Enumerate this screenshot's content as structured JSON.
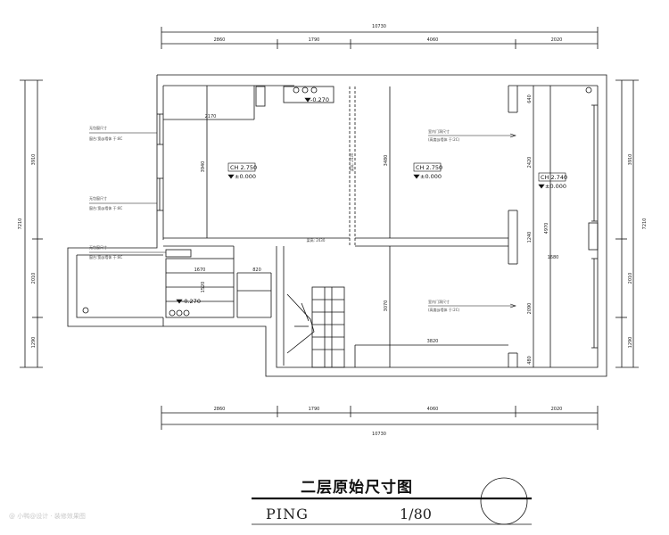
{
  "drawing": {
    "title": "二层原始尺寸图",
    "code": "PING",
    "scale": "1/80",
    "watermark": "@ 小鸭@设计 · 装修效果图"
  },
  "dimensions": {
    "total_width": "10730",
    "top_segments": [
      "2860",
      "1790",
      "4060",
      "2020"
    ],
    "left_segments": [
      "3910",
      "2010",
      "1290"
    ],
    "left_total": "7210",
    "right_segments": [
      "3910",
      "2010",
      "1290"
    ],
    "right_total": "7210",
    "inner": {
      "d2170": "2170",
      "d3940": "3940",
      "d3480": "3480",
      "d2420": "2420",
      "d640": "640",
      "d1240": "1240",
      "d4970": "4970",
      "d1680": "1680",
      "d3070": "3070",
      "d3820": "3820",
      "d2090": "2090",
      "d480": "480",
      "d1670": "1670",
      "d820": "820",
      "d1520": "1520",
      "beam1": "梁高: 2430",
      "beam2": "梁高: 2430"
    }
  },
  "levels": {
    "ch_a": "CH 2.750",
    "zero_a": "±0.000",
    "ch_b": "CH 2.750",
    "zero_b": "±0.000",
    "ch_c": "CH 2.740",
    "zero_c": "±0.000",
    "neg_top": "-0.270",
    "neg_bottom": "-0.270"
  },
  "notes": {
    "window1_a": "无包窗尺寸",
    "window1_b": "窗台:宽@墙体 于:8C",
    "window2_a": "无包窗尺寸",
    "window2_b": "窗台:宽@墙体 于:8C",
    "window3_a": "无包窗尺寸",
    "window3_b": "窗台:宽@墙体 于:8C",
    "room_b_a": "室内门洞尺寸",
    "room_b_b": "(高度@墙体 于:2C)",
    "room_d_a": "室内门洞尺寸",
    "room_d_b": "(高度@墙体 于:2C)"
  }
}
